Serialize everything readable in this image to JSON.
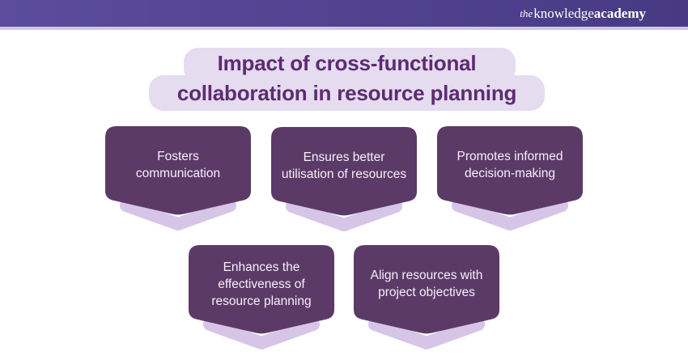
{
  "colors": {
    "page_bg": "#ffffff",
    "header_gradient_left": "#5b4c9d",
    "header_gradient_right": "#473a83",
    "header_strip": "#cec7e6",
    "title_bg": "#e5dcf0",
    "title_text": "#5d2b72",
    "card_bg": "#5c3a68",
    "card_text": "#f6f0f8",
    "chevron_shadow": "#d7c5e8"
  },
  "header": {
    "logo": {
      "the": "the",
      "knowledge": "knowledge",
      "academy": "academy"
    }
  },
  "title": {
    "line1": "Impact of cross-functional",
    "line2": "collaboration in resource planning"
  },
  "cards": [
    {
      "label": "Fosters communication"
    },
    {
      "label": "Ensures better utilisation of resources"
    },
    {
      "label": "Promotes informed decision-making"
    },
    {
      "label": "Enhances the effectiveness of resource planning"
    },
    {
      "label": "Align resources with project objectives"
    }
  ]
}
